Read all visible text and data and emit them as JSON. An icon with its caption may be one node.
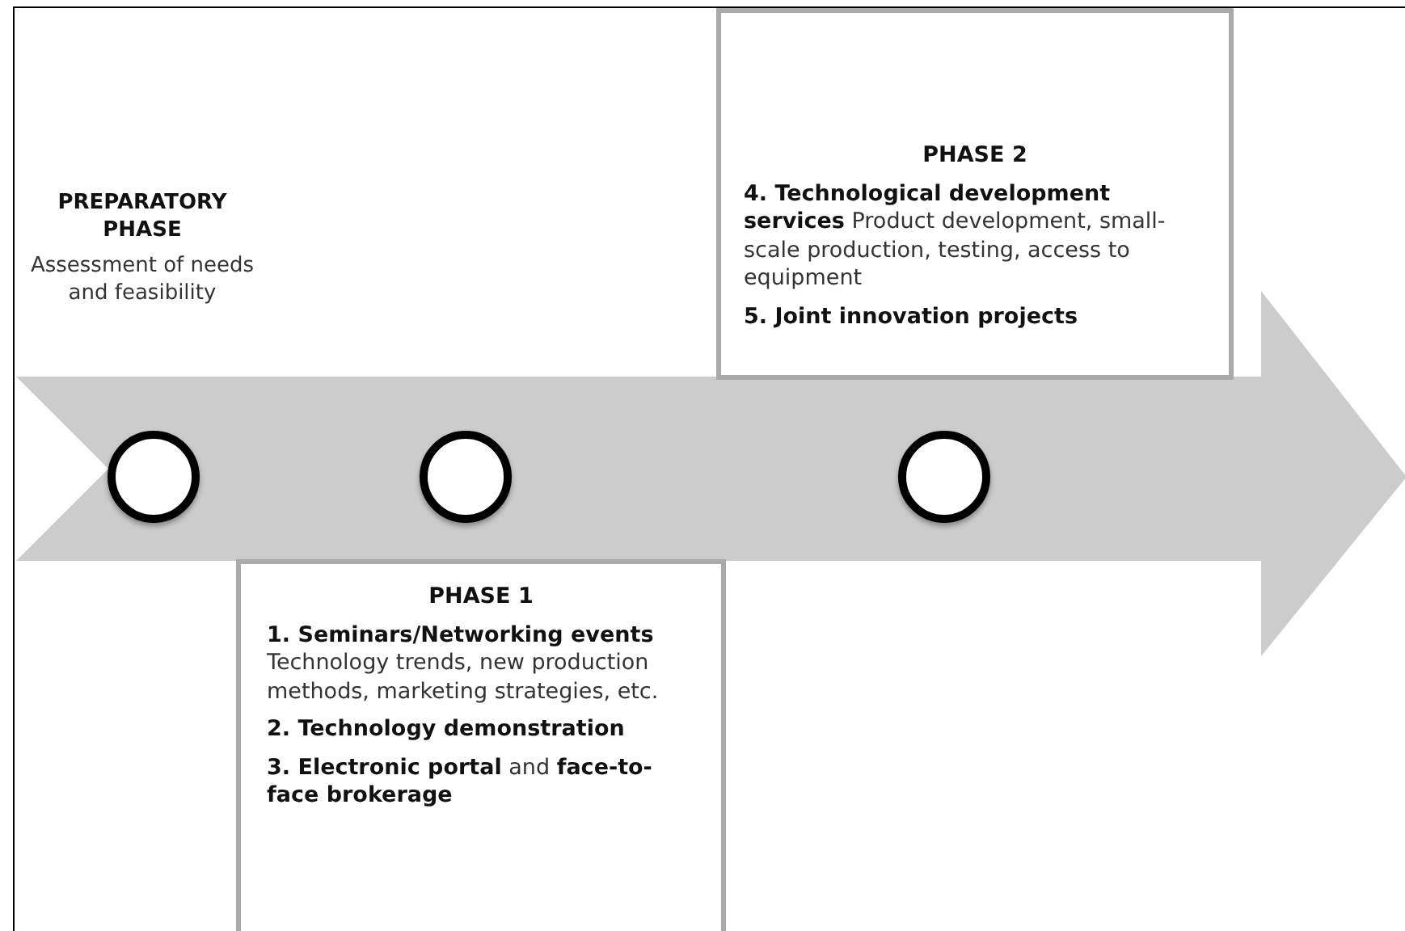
{
  "diagram": {
    "nodes": [
      {
        "text": [],
        "shape": "arrow"
      },
      {
        "text": [],
        "shape": "circle",
        "in": 0,
        "beside": [
          "PREPARATORY PHASE",
          "Assessment of needs and feasibility"
        ]
      },
      {
        "text": [],
        "shape": "circle",
        "in": 0
      },
      {
        "text": [],
        "shape": "circle",
        "in": 0
      },
      {
        "text": [
          "PHASE 1",
          "**1. Seminars/Networking events** Technology trends, new production methods, marketing strategies, etc.",
          "**2. Technology demonstration**",
          "**3. Electronic portal** and **face-to-face brokerage**"
        ]
      },
      {
        "text": [
          "PHASE 2",
          "**4. Technological development services** Product development, small-scale production, testing, access to equipment",
          "**5. Joint innovation projects**"
        ]
      }
    ]
  }
}
